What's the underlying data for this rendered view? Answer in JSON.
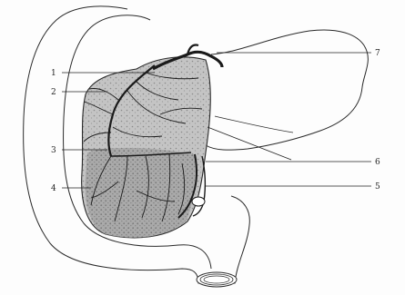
{
  "figure": {
    "stroke_color": "#2a2a2a",
    "shade_light": "#c9c9c9",
    "shade_dark": "#8e8e8e",
    "vessel_color": "#1a1a1a",
    "callouts": [
      {
        "number": "1"
      },
      {
        "number": "2"
      },
      {
        "number": "3"
      },
      {
        "number": "4"
      },
      {
        "number": "5"
      },
      {
        "number": "6"
      },
      {
        "number": "7"
      }
    ]
  }
}
